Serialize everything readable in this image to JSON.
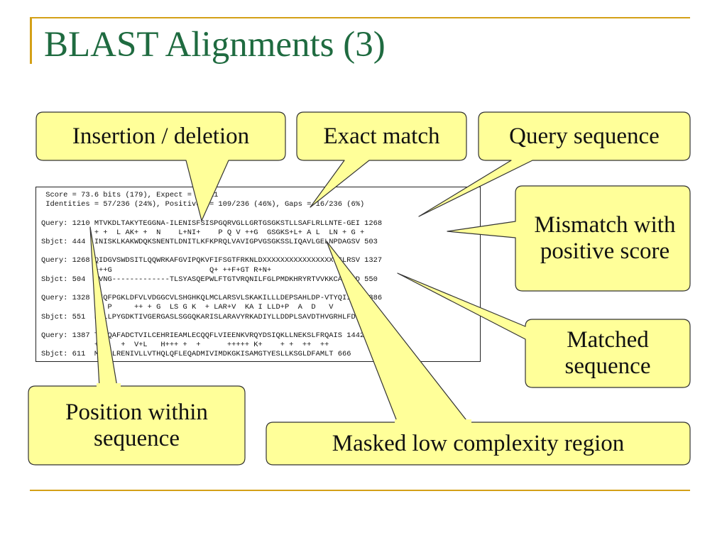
{
  "slide": {
    "title": "BLAST Alignments (3)"
  },
  "alignment": {
    "lines": [
      " Score = 73.6 bits (179), Expect = 2e-11",
      " Identities = 57/236 (24%), Positives = 109/236 (46%), Gaps = 16/236 (6%)",
      "",
      "Query: 1210 MTVKDLTAKYTEGGNA-ILENISFSISPGQRVGLLGRTGSGKSTLLSAFLRLLNTE-GEI 1268",
      "            + +  L AK+ +  N    L+NI+    P Q V ++G  GSGKS+L+ A L  LN + G +",
      "Sbjct: 444  INISKLKAKWDQKSNENTLDNITLKFKPRQLVAVIGPVGSGKSSLIQAVLGELNPDAGSV 503",
      "",
      "Query: 1268 QIDGVSWDSITLQQWRKAFGVIPQKVFIFSGTFRKNLDXXXXXXXXXXXXXXXXVGLRSV 1327",
      "            +++G                      Q+ ++F+GT R+N+                L",
      "Sbjct: 504  KVNG-------------TLSYASQEPWLFTGTVRQNILFGLPMDKHRYRTVVKKCALERD 550",
      "",
      "Query: 1328 IEQFPGKLDFVLVDGGCVLSHGHKQLMCLARSVLSKAKILLLDEPSAHLDP-VTYQIIRR 1386",
      "            E  P     ++ + G  LS G K  + LAR+V  KA I LLD+P  A  D   V    +   +",
      "Sbjct: 551  FELLPYGDKTIVGERGASLSGGQKARISLARAVYRKADIYLLDDPLSAVDTHVGRHLFDQ 610",
      "",
      "Query: 1387 TLKQAFADCTVILCEHRIEAMLECQQFLVIEENKVRQYDSIQKLLNEKSLFRQAIS 1442",
      "            ++    +  V+L   H+++ +  +      +++++ K+    + +  ++  ++",
      "Sbjct: 611  MRGFLRENIVLLVTHQLQFLEQADMIVIMDKGKISAMGTYESLLKSGLDFAMLT 666"
    ]
  },
  "callouts": [
    {
      "label": "Insertion / deletion"
    },
    {
      "label": "Exact match"
    },
    {
      "label": "Query sequence"
    },
    {
      "label": "Mismatch with positive score"
    },
    {
      "label": "Matched sequence"
    },
    {
      "label": "Position within sequence"
    },
    {
      "label": "Masked low complexity region"
    }
  ],
  "colors": {
    "title": "#1f6b40",
    "accent_line": "#d4a017",
    "callout_fill": "#ffff99",
    "callout_stroke": "#333333"
  }
}
